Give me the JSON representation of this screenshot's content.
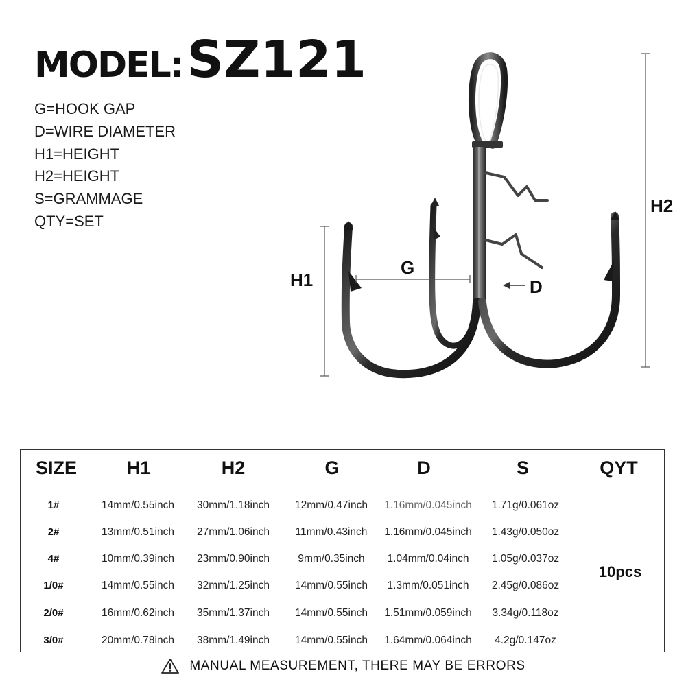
{
  "title": {
    "label": "MODEL:",
    "model": "SZ121"
  },
  "legend": [
    "G=HOOK GAP",
    "D=WIRE DIAMETER",
    "H1=HEIGHT",
    "H2=HEIGHT",
    "S=GRAMMAGE",
    "QTY=SET"
  ],
  "figure": {
    "labels": {
      "h1": "H1",
      "h2": "H2",
      "g": "G",
      "d": "D"
    },
    "hook_icon": "treble-hook"
  },
  "table": {
    "headers": [
      "SIZE",
      "H1",
      "H2",
      "G",
      "D",
      "S",
      "QYT"
    ],
    "rows": [
      [
        "1#",
        "14mm/0.55inch",
        "30mm/1.18inch",
        "12mm/0.47inch",
        "1.16mm/0.045inch",
        "1.71g/0.061oz"
      ],
      [
        "2#",
        "13mm/0.51inch",
        "27mm/1.06inch",
        "11mm/0.43inch",
        "1.16mm/0.045inch",
        "1.43g/0.050oz"
      ],
      [
        "4#",
        "10mm/0.39inch",
        "23mm/0.90inch",
        "9mm/0.35inch",
        "1.04mm/0.04inch",
        "1.05g/0.037oz"
      ],
      [
        "1/0#",
        "14mm/0.55inch",
        "32mm/1.25inch",
        "14mm/0.55inch",
        "1.3mm/0.051inch",
        "2.45g/0.086oz"
      ],
      [
        "2/0#",
        "16mm/0.62inch",
        "35mm/1.37inch",
        "14mm/0.55inch",
        "1.51mm/0.059inch",
        "3.34g/0.118oz"
      ],
      [
        "3/0#",
        "20mm/0.78inch",
        "38mm/1.49inch",
        "14mm/0.55inch",
        "1.64mm/0.064inch",
        "4.2g/0.147oz"
      ]
    ],
    "qty": "10pcs"
  },
  "note": {
    "icon": "warning-triangle-icon",
    "text": "MANUAL MEASUREMENT, THERE MAY BE ERRORS"
  }
}
